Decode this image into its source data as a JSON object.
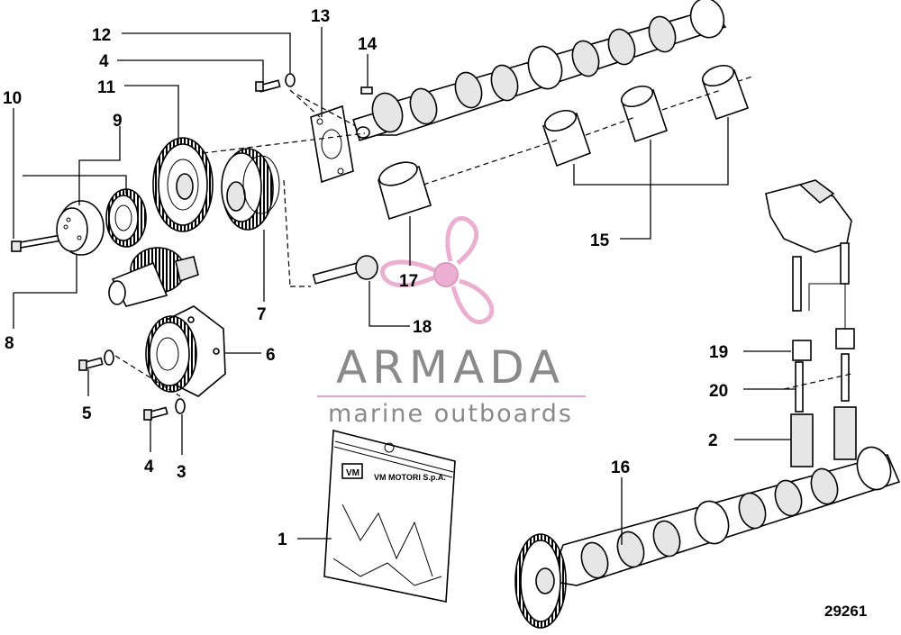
{
  "figure_number": "29261",
  "watermark": {
    "brand_name": "ARMADA",
    "tagline": "marine outboards",
    "logo_color": "#e9a7cb",
    "text_color": "#8a8a8a"
  },
  "bag_label": {
    "logo_text": "VM",
    "maker_text": "VM MOTORI S.p.A."
  },
  "callouts": [
    {
      "id": "c1",
      "label": "1"
    },
    {
      "id": "c2",
      "label": "2"
    },
    {
      "id": "c3",
      "label": "3"
    },
    {
      "id": "c4a",
      "label": "4"
    },
    {
      "id": "c4b",
      "label": "4"
    },
    {
      "id": "c5",
      "label": "5"
    },
    {
      "id": "c6",
      "label": "6"
    },
    {
      "id": "c7",
      "label": "7"
    },
    {
      "id": "c8",
      "label": "8"
    },
    {
      "id": "c9",
      "label": "9"
    },
    {
      "id": "c10",
      "label": "10"
    },
    {
      "id": "c11",
      "label": "11"
    },
    {
      "id": "c12",
      "label": "12"
    },
    {
      "id": "c13",
      "label": "13"
    },
    {
      "id": "c14",
      "label": "14"
    },
    {
      "id": "c15",
      "label": "15"
    },
    {
      "id": "c16",
      "label": "16"
    },
    {
      "id": "c17",
      "label": "17"
    },
    {
      "id": "c18",
      "label": "18"
    },
    {
      "id": "c19",
      "label": "19"
    },
    {
      "id": "c20",
      "label": "20"
    }
  ]
}
